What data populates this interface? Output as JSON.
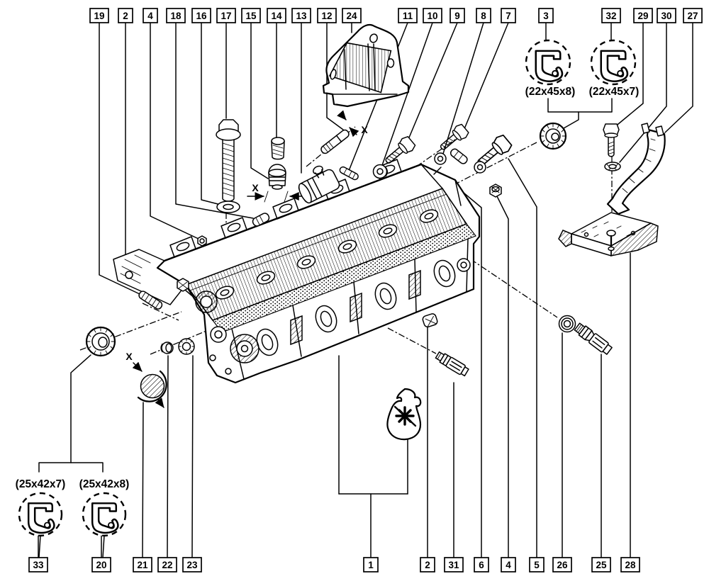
{
  "figure": {
    "type": "exploded-parts-diagram",
    "subject": "cylinder-head"
  },
  "colors": {
    "ink": "#000000",
    "paper": "#ffffff"
  },
  "callouts": {
    "top": [
      "19",
      "2",
      "4",
      "18",
      "16",
      "17",
      "15",
      "14",
      "13",
      "12",
      "24",
      "11",
      "10",
      "9",
      "8",
      "7",
      "3",
      "32",
      "29",
      "30",
      "27"
    ],
    "bottom": [
      "33",
      "20",
      "21",
      "22",
      "23",
      "1",
      "2",
      "31",
      "6",
      "4",
      "5",
      "26",
      "25",
      "28"
    ]
  },
  "seal_specs": {
    "top_right": [
      "(22x45x8)",
      "(22x45x7)"
    ],
    "bottom_left": [
      "(25x42x7)",
      "(25x42x8)"
    ]
  },
  "dimension_marker": "X"
}
